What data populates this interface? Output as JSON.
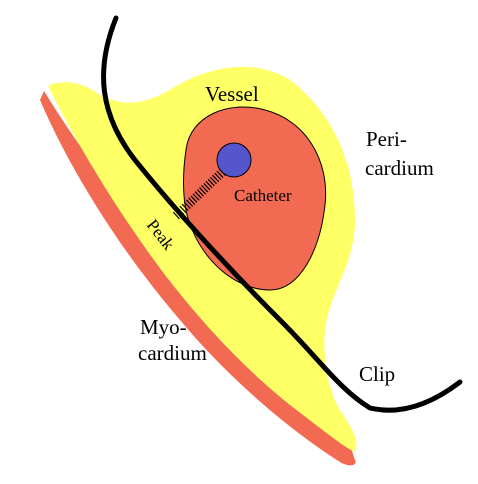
{
  "labels": {
    "vessel": "Vessel",
    "pericardium_line1": "Peri-",
    "pericardium_line2": "cardium",
    "catheter": "Catheter",
    "peak": "Peak",
    "myocardium_line1": "Myo-",
    "myocardium_line2": "cardium",
    "clip": "Clip"
  },
  "colors": {
    "background": "#ffffff",
    "myocardium_band": "#f26a52",
    "fat_tissue": "#ffff66",
    "vessel_lumen": "#f26a52",
    "catheter_tip": "#5555cc",
    "clip_wire": "#000000"
  }
}
